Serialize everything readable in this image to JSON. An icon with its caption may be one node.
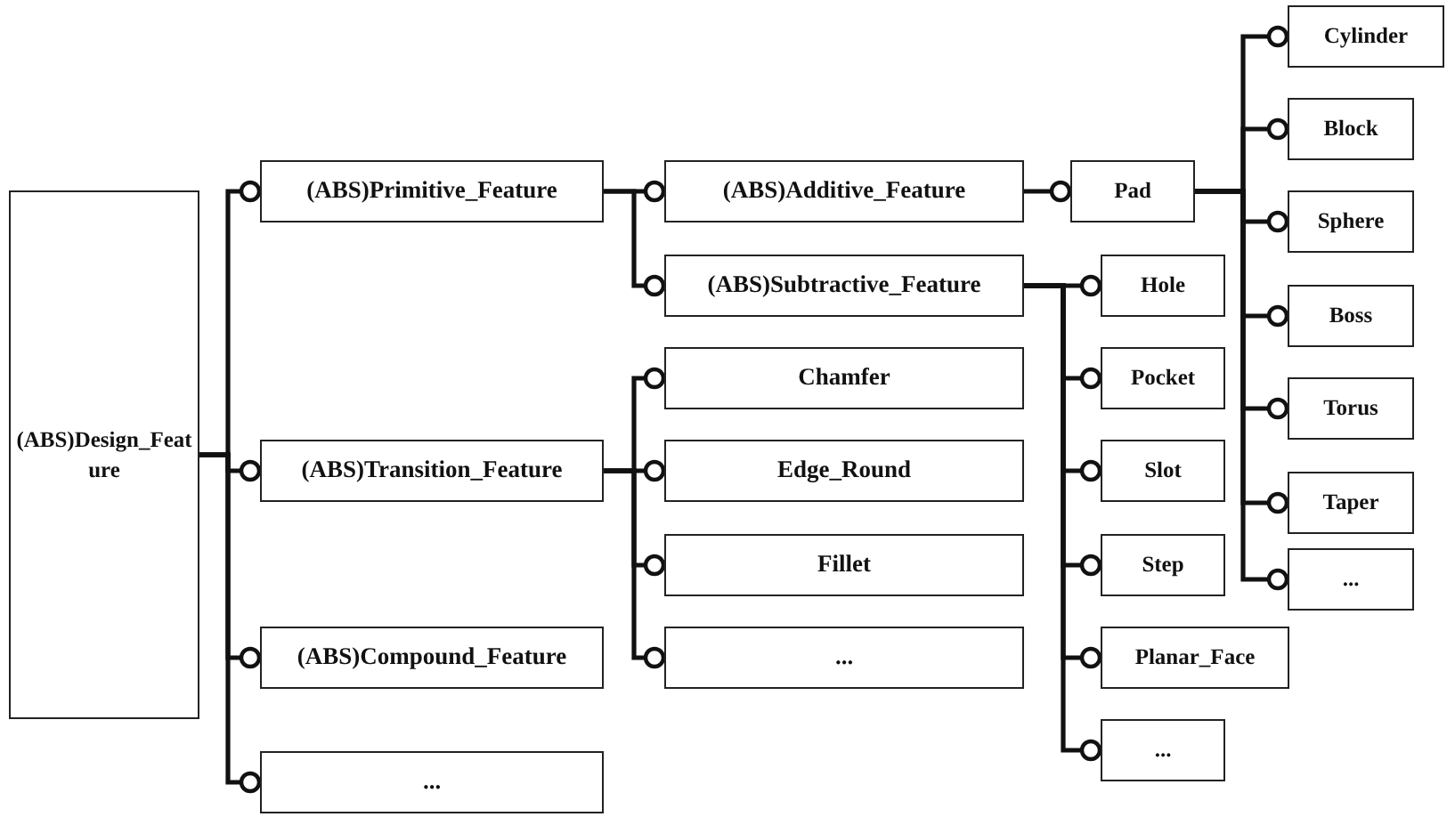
{
  "diagram": {
    "nodes": [
      {
        "text": [
          "(ABS)Design_Feature"
        ]
      },
      {
        "text": [
          "(ABS)Primitive_Feature"
        ]
      },
      {
        "text": [
          "(ABS)Transition_Feature"
        ]
      },
      {
        "text": [
          "(ABS)Compound_Feature"
        ]
      },
      {
        "text": [
          "..."
        ]
      },
      {
        "text": [
          "(ABS)Additive_Feature"
        ]
      },
      {
        "text": [
          "(ABS)Subtractive_Feature"
        ]
      },
      {
        "text": [
          "Chamfer"
        ]
      },
      {
        "text": [
          "Edge_Round"
        ]
      },
      {
        "text": [
          "Fillet"
        ]
      },
      {
        "text": [
          "..."
        ]
      },
      {
        "text": [
          "Pad"
        ]
      },
      {
        "text": [
          "Hole"
        ]
      },
      {
        "text": [
          "Pocket"
        ]
      },
      {
        "text": [
          "Slot"
        ]
      },
      {
        "text": [
          "Step"
        ]
      },
      {
        "text": [
          "Planar_Face"
        ]
      },
      {
        "text": [
          "..."
        ]
      },
      {
        "text": [
          "Cylinder"
        ]
      },
      {
        "text": [
          "Block"
        ]
      },
      {
        "text": [
          "Sphere"
        ]
      },
      {
        "text": [
          "Boss"
        ]
      },
      {
        "text": [
          "Torus"
        ]
      },
      {
        "text": [
          "Taper"
        ]
      },
      {
        "text": [
          "..."
        ]
      }
    ],
    "edges": [
      {
        "from": 0,
        "to": 1,
        "arrow": "other"
      },
      {
        "from": 0,
        "to": 2,
        "arrow": "other"
      },
      {
        "from": 0,
        "to": 3,
        "arrow": "other"
      },
      {
        "from": 0,
        "to": 4,
        "arrow": "other"
      },
      {
        "from": 1,
        "to": 5,
        "arrow": "other"
      },
      {
        "from": 1,
        "to": 6,
        "arrow": "other"
      },
      {
        "from": 2,
        "to": 7,
        "arrow": "other"
      },
      {
        "from": 2,
        "to": 8,
        "arrow": "other"
      },
      {
        "from": 2,
        "to": 9,
        "arrow": "other"
      },
      {
        "from": 2,
        "to": 10,
        "arrow": "other"
      },
      {
        "from": 5,
        "to": 11,
        "arrow": "other"
      },
      {
        "from": 6,
        "to": 12,
        "arrow": "other"
      },
      {
        "from": 6,
        "to": 13,
        "arrow": "other"
      },
      {
        "from": 6,
        "to": 14,
        "arrow": "other"
      },
      {
        "from": 6,
        "to": 15,
        "arrow": "other"
      },
      {
        "from": 6,
        "to": 16,
        "arrow": "other"
      },
      {
        "from": 6,
        "to": 17,
        "arrow": "other"
      },
      {
        "from": 11,
        "to": 18,
        "arrow": "other"
      },
      {
        "from": 11,
        "to": 19,
        "arrow": "other"
      },
      {
        "from": 11,
        "to": 20,
        "arrow": "other"
      },
      {
        "from": 11,
        "to": 21,
        "arrow": "other"
      },
      {
        "from": 11,
        "to": 22,
        "arrow": "other"
      },
      {
        "from": 11,
        "to": 23,
        "arrow": "other"
      },
      {
        "from": 11,
        "to": 24,
        "arrow": "other"
      }
    ]
  }
}
